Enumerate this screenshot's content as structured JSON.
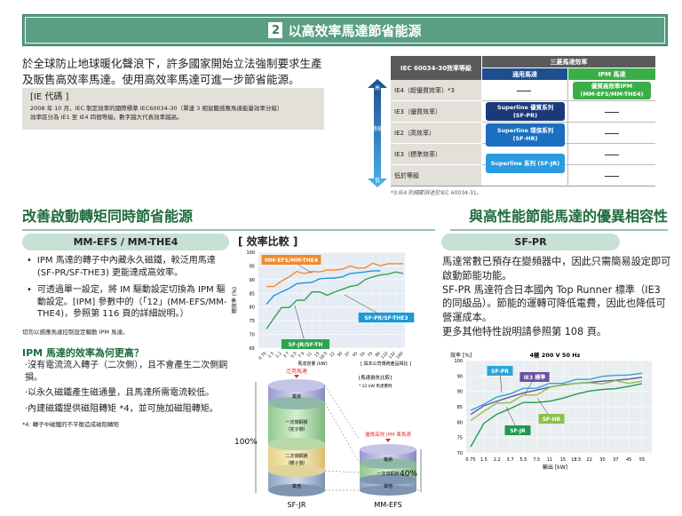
{
  "header": {
    "number": "2",
    "title": "以高效率馬達節省能源"
  },
  "intro": {
    "text": "於全球防止地球暖化聲浪下，許多國家開始立法強制要求生產及販售高效率馬達。使用高效率馬達可進一步節省能源。"
  },
  "ie_code": {
    "title": "[IE 代碼 ]",
    "line1": "2008 年 10 月，IEC 制定效率的國際標準 IEC60034-30（單速 3 相鼠籠感應馬達能量效率分級）",
    "line2": "效率區分為 IE1 至 IE4 四個等級。數字越大代表效率越高。"
  },
  "ie_table": {
    "col_header": "IEC 60034-30效率等級",
    "group_header": "三菱馬達效率",
    "col_general": "通用馬達",
    "col_ipm": "IPM 馬達",
    "arrow_high": "高",
    "arrow_mid": "等級",
    "arrow_low": "低",
    "rows": [
      "IE4（超優質效率）*3",
      "IE3（優質效率）",
      "IE2（高效率）",
      "IE3（標準效率）",
      "低於等級"
    ],
    "ipm_box_line1": "優質高效率IPM",
    "ipm_box_line2": "(MM-EFS/MM-THE4)",
    "sfpr_line1": "Superline 優質系列",
    "sfpr_line2": "(SF-PR)",
    "sfhr_line1": "Superline 環保系列",
    "sfhr_line2": "(SF-HR)",
    "sfjr": "Superline 系列 (SF-JR)",
    "footnote": "*3:IE4 的細節詳述於IEC 60034-31。",
    "colors": {
      "header": "#5a5a5a",
      "general": "#1d4f8f",
      "ipm": "#3bae4a",
      "sfpr": "#1b3a7a",
      "sfhr": "#1a6fc0",
      "sfjr": "#2a9be0"
    }
  },
  "left": {
    "heading": "改善啟動轉矩同時節省能源",
    "pill": "MM-EFS / MM-THE4",
    "bullets": [
      "IPM 馬達的轉子中內藏永久磁鐵，較泛用馬達 (SF-PR/SF-THE3) 更能達成高效率。",
      "可透過單一設定，將 IM 驅動設定切換為 IPM 驅動設定。[IPM] 參數中的（「12」(MM-EFS/MM-THE4)，參照第 116 頁的詳細說明。）"
    ],
    "note": "切勿以感應馬達控制設定驅動 IPM 馬達。",
    "subheading": "IPM 馬達的效率為何更高？",
    "points": [
      "‧沒有電流流入轉子（二次側），且不會產生二次側銅損。",
      "‧以永久磁鐵產生磁通量，且馬達所需電流較低。",
      "‧內建磁鐵提供磁阻轉矩 *4，並可施加磁阻轉矩。"
    ],
    "footnote": "*4: 轉子中磁鐵的不平衡造成磁阻轉矩"
  },
  "loss": {
    "general_label": "泛用馬達",
    "title": "[馬達損失比較]",
    "subtitle": "* 22 kW 馬達實例",
    "iron": "鐵損",
    "primary": "一次側銅損",
    "primary_sub": "（定子側）",
    "secondary": "二次側銅損",
    "secondary_sub": "（轉子側）",
    "other": "其他",
    "pct_full": "100%",
    "ipm_label": "優質高效 IPM 車馬達",
    "pct_ipm": "40%",
    "primary_short": "一次側銅損",
    "left_name": "SF-JR",
    "right_name": "MM-EFS"
  },
  "right": {
    "heading": "與高性能節能馬達的優異相容性",
    "pill": "SF-PR",
    "lines": [
      "馬達常數已預存在變頻器中，因此只需簡易設定即可啟動節能功能。",
      "SF-PR 馬達符合日本國內 Top Runner 標準（IE3 的同級品）。節能的運轉可降低電費，因此也降低可營運成本。",
      "更多其他特性說明請參照第 108 頁。"
    ]
  },
  "chart_data": [
    {
      "type": "line",
      "title": "[ 效率比較 ]",
      "xlabel": "馬達容量 (kW)",
      "ylabel": "總效率 (%)",
      "note": "[ 與本公司傳統產品相比 ]",
      "ylim": [
        65,
        100
      ],
      "yticks": [
        "65",
        "70",
        "75",
        "80",
        "85",
        "90",
        "95",
        "100"
      ],
      "x": [
        "0.75",
        "1.5",
        "2.2",
        "3.7",
        "5.5",
        "7.5",
        "11",
        "15",
        "18.5",
        "22",
        "30",
        "37",
        "45",
        "55",
        "75",
        "90",
        "110",
        "132",
        "160"
      ],
      "series": [
        {
          "name": "MM-EFS/MM-THE4",
          "color": "#f08a2c",
          "values": [
            87.5,
            87.5,
            89.5,
            91,
            93,
            92.2,
            93,
            92.8,
            93.5,
            93.5,
            93.8,
            95,
            94.2,
            94.3,
            96,
            95,
            95.8,
            95.8,
            95.8
          ]
        },
        {
          "name": "SF-PR/SF-THE3",
          "color": "#1a9ad6",
          "values": [
            81,
            84.2,
            85.5,
            86.8,
            88.5,
            88.8,
            89,
            90.3,
            90.5,
            90.6,
            91,
            92.2,
            92.5,
            92.8,
            93.2,
            93.2
          ]
        },
        {
          "name": "SF-JR/SF-TH",
          "color": "#2ea44f",
          "values": [
            72,
            76,
            79.8,
            79.8,
            82.5,
            82.5,
            85.5,
            85.5,
            84.3,
            85.5,
            86.5,
            87.5,
            88,
            90,
            91,
            91.7,
            92,
            92.8,
            92.3
          ]
        }
      ]
    },
    {
      "type": "line",
      "title": "4極 200 V 50 Hz",
      "xlabel": "輸出 [kW]",
      "ylabel": "效率 [%]",
      "ylim": [
        70,
        100
      ],
      "yticks": [
        "70",
        "75",
        "80",
        "85",
        "90",
        "90",
        "100"
      ],
      "x": [
        "0.75",
        "1.5",
        "2.2",
        "3.7",
        "5.5",
        "7.5",
        "11",
        "15",
        "18.5",
        "22",
        "30",
        "37",
        "45",
        "55"
      ],
      "series": [
        {
          "name": "SF-PR",
          "color": "#2aa4dc",
          "values": [
            83.8,
            85.8,
            88.2,
            89.2,
            91,
            91,
            92.6,
            92.6,
            93.9,
            93.9,
            94.9,
            95.2,
            95.3,
            95.9
          ]
        },
        {
          "name": "IE3 標準",
          "color": "#6b4fa0",
          "values": [
            82.5,
            85.3,
            86.8,
            88.2,
            89.5,
            90.4,
            91.4,
            92.1,
            92.6,
            92.9,
            93.3,
            93.6,
            94,
            94.6
          ]
        },
        {
          "name": "SF-HR",
          "color": "#8cc04a",
          "values": [
            80.5,
            83.5,
            86.2,
            86.3,
            88.8,
            88.8,
            91.3,
            92.2,
            92.6,
            92.8,
            92.4,
            93.5,
            92.6,
            93.3
          ]
        },
        {
          "name": "SF-JR",
          "color": "#1e9a50",
          "values": [
            72,
            79.6,
            82.6,
            84.4,
            86.4,
            86.4,
            86.8,
            87.8,
            89.1,
            90.1,
            90.6,
            90.9,
            91.6,
            92.5
          ]
        }
      ]
    }
  ]
}
